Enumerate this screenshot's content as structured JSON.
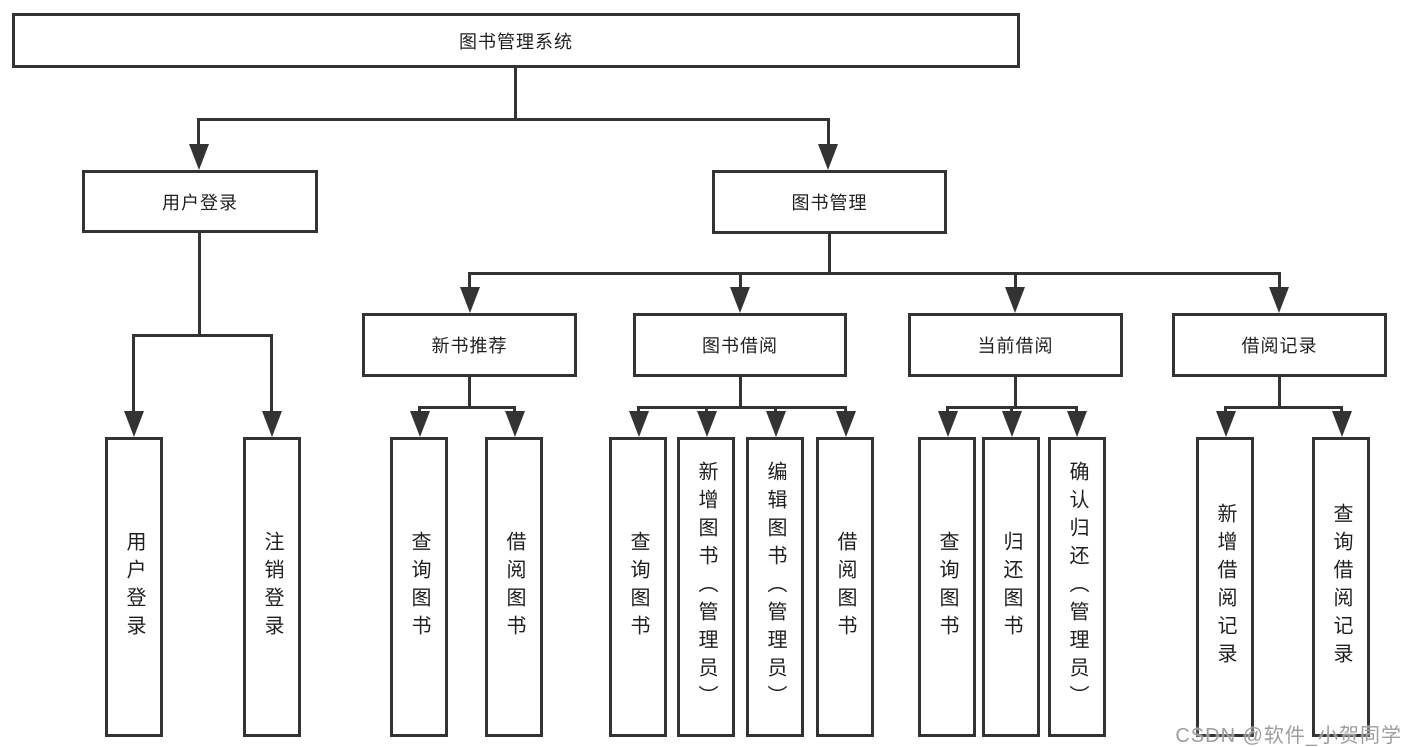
{
  "nodes": {
    "root": {
      "label": "图书管理系统"
    },
    "login": {
      "label": "用户登录",
      "leaves": [
        "用户登录",
        "注销登录"
      ]
    },
    "mgmt": {
      "label": "图书管理"
    },
    "newbooks": {
      "label": "新书推荐",
      "leaves": [
        "查询图书",
        "借阅图书"
      ]
    },
    "borrow": {
      "label": "图书借阅",
      "leaves": [
        "查询图书",
        "新增图书（管理员）",
        "编辑图书（管理员）",
        "借阅图书"
      ]
    },
    "current": {
      "label": "当前借阅",
      "leaves": [
        "查询图书",
        "归还图书",
        "确认归还（管理员）"
      ]
    },
    "records": {
      "label": "借阅记录",
      "leaves": [
        "新增借阅记录",
        "查询借阅记录"
      ]
    }
  },
  "watermark": "CSDN @软件_小贺同学",
  "colors": {
    "line": "#333333",
    "text": "#1f1f1f",
    "box_background": "#ffffff",
    "page_background": "#ffffff",
    "watermark": "#9e9e9e"
  }
}
